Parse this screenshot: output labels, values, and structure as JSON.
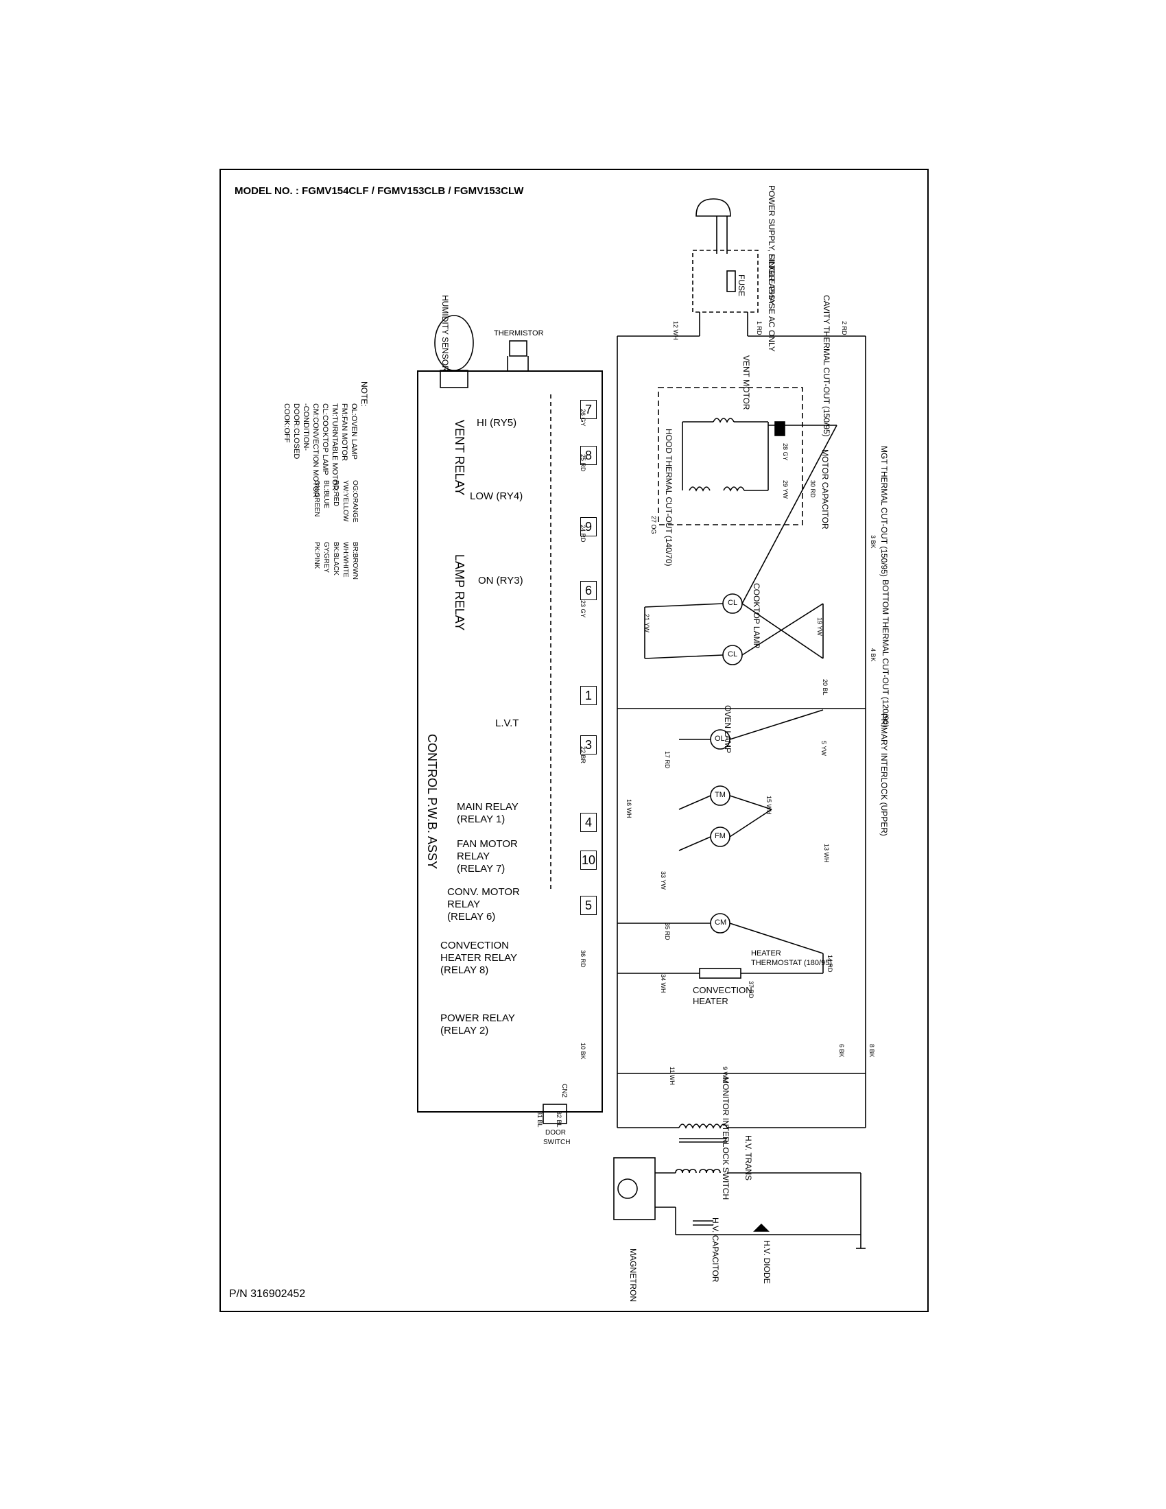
{
  "header": {
    "model": "MODEL NO. : FGMV154CLF / FGMV153CLB / FGMV153CLW"
  },
  "footer": {
    "part_number": "P/N 316902452"
  },
  "control_board": {
    "title": "CONTROL P.W.B. ASSY",
    "group_vent": "VENT RELAY",
    "group_lamp": "LAMP RELAY"
  },
  "relays": {
    "hi": "HI (RY5)",
    "low": "LOW (RY4)",
    "on": "ON (RY3)",
    "lvt": "L.V.T",
    "main_1": "MAIN RELAY",
    "main_2": "(RELAY 1)",
    "fan_1": "FAN MOTOR",
    "fan_2": "RELAY",
    "fan_3": "(RELAY 7)",
    "conv_1": "CONV. MOTOR",
    "conv_2": "RELAY",
    "conv_3": "(RELAY 6)",
    "heater_1": "CONVECTION",
    "heater_2": "HEATER RELAY",
    "heater_3": "(RELAY 8)",
    "power_1": "POWER RELAY",
    "power_2": "(RELAY 2)"
  },
  "terminals": [
    "7",
    "8",
    "9",
    "6",
    "1",
    "3",
    "4",
    "10",
    "5"
  ],
  "components": {
    "power_supply": "POWER SUPPLY, SINGLE PHASE AC ONLY",
    "filter": "FILTER ASSY",
    "fuse": "FUSE",
    "cavity_cutout": "CAVITY THERMAL CUT-OUT (150/95)",
    "vent_motor": "VENT MOTOR",
    "motor_capacitor": "MOTOR CAPACITOR",
    "hood_cutout": "HOOD THERMAL CUT-OUT (140/70)",
    "mgt_cutout": "MGT THERMAL CUT-OUT (150/95)",
    "cooktop_lamp": "COOKTOP LAMP",
    "bottom_cutout": "BOTTOM THERMAL CUT-OUT (120/90)",
    "oven_lamp": "OVEN LAMP",
    "primary_interlock": "PRIMARY INTERLOCK (UPPER)",
    "humidity_sensor": "HUMIDITY SENSOR",
    "thermistor": "THERMISTOR",
    "heater_thermostat_1": "HEATER",
    "heater_thermostat_2": "THERMOSTAT (180/95)",
    "convection_heater_1": "CONVECTION",
    "convection_heater_2": "HEATER",
    "monitor_switch": "MONITOR INTERLOCK SWITCH",
    "hv_trans": "H.V. TRANS",
    "door_switch_1": "DOOR",
    "door_switch_2": "SWITCH",
    "cn2": "CN2",
    "magnetron": "MAGNETRON",
    "hv_capacitor": "H.V. CAPACITOR",
    "hv_diode": "H.V. DIODE"
  },
  "symbols": {
    "cl": "CL",
    "ol": "OL",
    "tm": "TM",
    "fm": "FM",
    "cm": "CM"
  },
  "legend": {
    "note": "NOTE:",
    "abbr": [
      "OL:OVEN LAMP",
      "FM:FAN MOTOR",
      "TM:TURNTABLE MOTOR",
      "CL:COOKTOP LAMP",
      "CM:CONVECTION MOTOR"
    ],
    "condition_title": "-CONDITION-",
    "condition": [
      "DOOR:CLOSED",
      "COOK:OFF"
    ],
    "colors_col1": [
      "OG:ORANGE",
      "YW:YELLOW",
      "RD:RED",
      "BL:BLUE",
      "GN:GREEN"
    ],
    "colors_col2": [
      "BR:BROWN",
      "WH:WHITE",
      "BK:BLACK",
      "GY:GREY",
      "PK:PINK"
    ]
  },
  "wires": [
    "2 RD",
    "1 RD",
    "12 WH",
    "3 BK",
    "4 BK",
    "5 YW",
    "6 BK",
    "8 BK",
    "9 WH",
    "10 BK",
    "11 WH",
    "13 WH",
    "14 RD",
    "15 WH",
    "16 WH",
    "17 RD",
    "19 YW",
    "20 BL",
    "21 YW",
    "22 BR",
    "23 GY",
    "24 RD",
    "25 RD",
    "26 GY",
    "27 OG",
    "28 GY",
    "29 YW",
    "30 RD",
    "31 BL",
    "32 BL",
    "33 YW",
    "34 WH",
    "35 RD",
    "36 RD",
    "37 RD"
  ]
}
